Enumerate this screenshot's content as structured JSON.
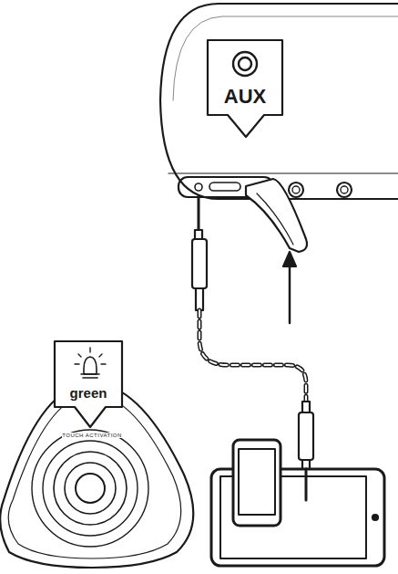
{
  "diagram": {
    "nodes": [
      {
        "text": [
          "AUX"
        ]
      },
      {
        "text": [
          "green"
        ]
      }
    ],
    "labels": [
      "TOUCH ACTIVATION"
    ]
  }
}
